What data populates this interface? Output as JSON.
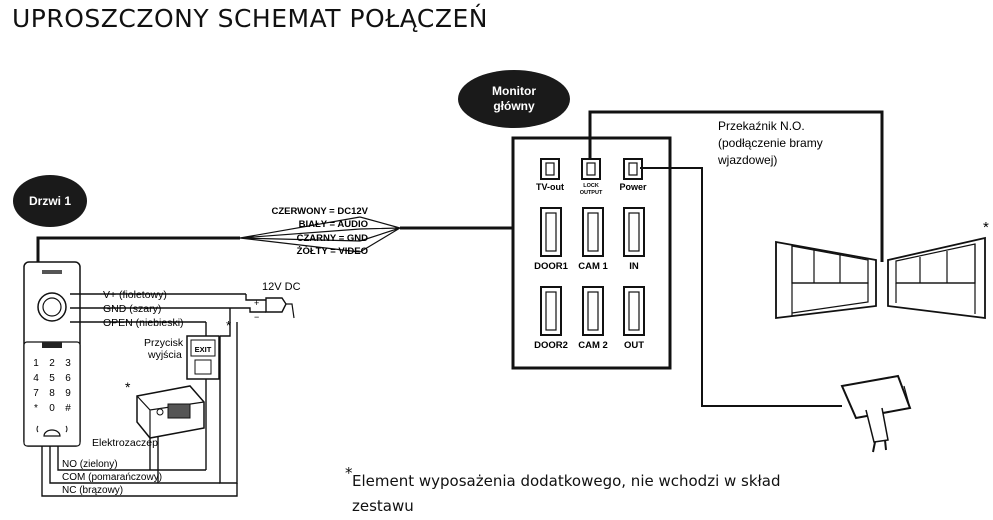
{
  "title": "UPROSZCZONY SCHEMAT POŁĄCZEŃ",
  "badges": {
    "monitor": [
      "Monitor",
      "główny"
    ],
    "door": "Drzwi 1"
  },
  "wire_colors": [
    "CZERWONY = DC12V",
    "BIAŁY = AUDIO",
    "CZARNY = GND",
    "ŻÓŁTY = VIDEO"
  ],
  "panel_wires": [
    "V+ (fioletowy)",
    "GND (szary)",
    "OPEN (niebieski)"
  ],
  "power_label": "12V DC",
  "exit_button": {
    "label": [
      "Przycisk",
      "wyjścia"
    ],
    "key": "EXIT"
  },
  "strike_label": "Elektrozaczep",
  "relay_wires": [
    "NO (zielony)",
    "COM (pomarańczowy)",
    "NC (brązowy)"
  ],
  "monitor_ports": [
    "TV-out",
    "LOCK OUTPUT",
    "Power",
    "DOOR1",
    "CAM 1",
    "IN",
    "DOOR2",
    "CAM 2",
    "OUT"
  ],
  "gate_relay": [
    "Przekaźnik N.O.",
    "(podłączenie bramy",
    "wjazdowej)"
  ],
  "keypad": [
    "1",
    "2",
    "3",
    "4",
    "5",
    "6",
    "7",
    "8",
    "9",
    "*",
    "0",
    "#"
  ],
  "asterisk": "*",
  "footnote": {
    "mark": "*",
    "text": "Element wyposażenia dodatkowego, nie wchodzi w skład zestawu"
  }
}
